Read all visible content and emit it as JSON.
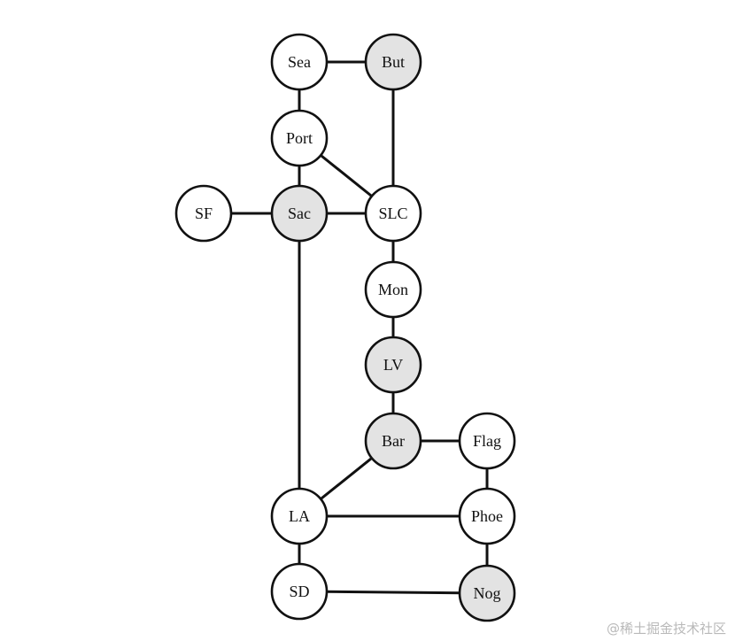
{
  "colors": {
    "filled": "#e3e3e3",
    "unfilled": "#ffffff",
    "stroke": "#111111"
  },
  "graph": {
    "nodes": [
      {
        "id": "Sea",
        "label": "Sea",
        "filled": false
      },
      {
        "id": "But",
        "label": "But",
        "filled": true
      },
      {
        "id": "Port",
        "label": "Port",
        "filled": false
      },
      {
        "id": "SF",
        "label": "SF",
        "filled": false
      },
      {
        "id": "Sac",
        "label": "Sac",
        "filled": true
      },
      {
        "id": "SLC",
        "label": "SLC",
        "filled": false
      },
      {
        "id": "Mon",
        "label": "Mon",
        "filled": false
      },
      {
        "id": "LV",
        "label": "LV",
        "filled": true
      },
      {
        "id": "Bar",
        "label": "Bar",
        "filled": true
      },
      {
        "id": "Flag",
        "label": "Flag",
        "filled": false
      },
      {
        "id": "LA",
        "label": "LA",
        "filled": false
      },
      {
        "id": "Phoe",
        "label": "Phoe",
        "filled": false
      },
      {
        "id": "SD",
        "label": "SD",
        "filled": false
      },
      {
        "id": "Nog",
        "label": "Nog",
        "filled": true
      }
    ],
    "edges": [
      [
        "Sea",
        "But"
      ],
      [
        "Sea",
        "Port"
      ],
      [
        "But",
        "SLC"
      ],
      [
        "Port",
        "Sac"
      ],
      [
        "Port",
        "SLC"
      ],
      [
        "SF",
        "Sac"
      ],
      [
        "Sac",
        "SLC"
      ],
      [
        "Sac",
        "LA"
      ],
      [
        "SLC",
        "Mon"
      ],
      [
        "Mon",
        "LV"
      ],
      [
        "LV",
        "Bar"
      ],
      [
        "Bar",
        "Flag"
      ],
      [
        "Bar",
        "LA"
      ],
      [
        "Flag",
        "Phoe"
      ],
      [
        "LA",
        "Phoe"
      ],
      [
        "LA",
        "SD"
      ],
      [
        "Phoe",
        "Nog"
      ],
      [
        "SD",
        "Nog"
      ]
    ]
  },
  "watermark": "@稀土掘金技术社区"
}
